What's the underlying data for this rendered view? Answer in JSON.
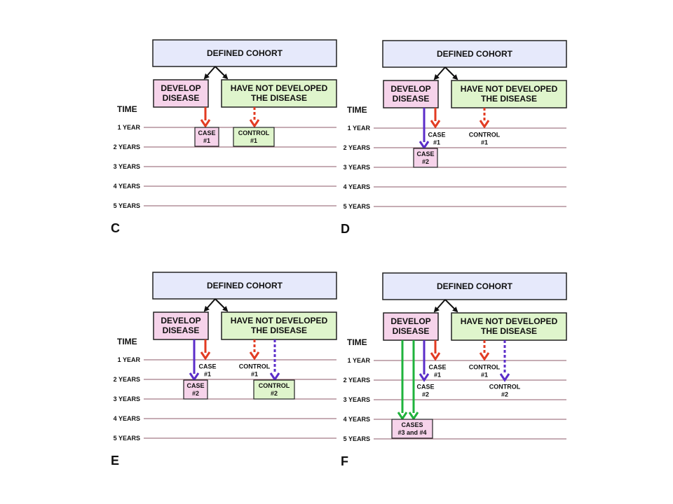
{
  "colors": {
    "cohort_fill": "#e6e9fb",
    "develop_fill": "#f6d3ea",
    "not_developed_fill": "#dff5cc",
    "case_fill": "#f6d3ea",
    "control_fill": "#dff5cc",
    "red_arrow": "#e23b22",
    "blue_arrow": "#5b2dc9",
    "green_arrow": "#1fb33c",
    "line_color": "#8c5a6a",
    "box_stroke": "#222222"
  },
  "panels": [
    {
      "letter": "C",
      "cohort": "DEFINED COHORT",
      "develop": [
        "DEVELOP",
        "DISEASE"
      ],
      "not_developed": [
        "HAVE NOT DEVELOPED",
        "THE DISEASE"
      ],
      "time_label": "TIME",
      "time_ticks": [
        "1 YEAR",
        "2 YEARS",
        "3 YEARS",
        "4 YEARS",
        "5 YEARS"
      ],
      "boxed_labels": [
        {
          "kind": "case",
          "lines": [
            "CASE",
            "#1"
          ]
        },
        {
          "kind": "control",
          "lines": [
            "CONTROL",
            "#1"
          ]
        }
      ],
      "plain_labels": []
    },
    {
      "letter": "D",
      "cohort": "DEFINED COHORT",
      "develop": [
        "DEVELOP",
        "DISEASE"
      ],
      "not_developed": [
        "HAVE NOT DEVELOPED",
        "THE DISEASE"
      ],
      "time_label": "TIME",
      "time_ticks": [
        "1 YEAR",
        "2 YEARS",
        "3 YEARS",
        "4 YEARS",
        "5 YEARS"
      ],
      "boxed_labels": [
        {
          "kind": "case",
          "lines": [
            "CASE",
            "#2"
          ]
        }
      ],
      "plain_labels": [
        {
          "lines": [
            "CASE",
            "#1"
          ]
        },
        {
          "lines": [
            "CONTROL",
            "#1"
          ]
        }
      ]
    },
    {
      "letter": "E",
      "cohort": "DEFINED COHORT",
      "develop": [
        "DEVELOP",
        "DISEASE"
      ],
      "not_developed": [
        "HAVE NOT DEVELOPED",
        "THE DISEASE"
      ],
      "time_label": "TIME",
      "time_ticks": [
        "1 YEAR",
        "2 YEARS",
        "3 YEARS",
        "4 YEARS",
        "5 YEARS"
      ],
      "boxed_labels": [
        {
          "kind": "case",
          "lines": [
            "CASE",
            "#2"
          ]
        },
        {
          "kind": "control",
          "lines": [
            "CONTROL",
            "#2"
          ]
        }
      ],
      "plain_labels": [
        {
          "lines": [
            "CASE",
            "#1"
          ]
        },
        {
          "lines": [
            "CONTROL",
            "#1"
          ]
        }
      ]
    },
    {
      "letter": "F",
      "cohort": "DEFINED COHORT",
      "develop": [
        "DEVELOP",
        "DISEASE"
      ],
      "not_developed": [
        "HAVE NOT DEVELOPED",
        "THE DISEASE"
      ],
      "time_label": "TIME",
      "time_ticks": [
        "1 YEAR",
        "2 YEARS",
        "3 YEARS",
        "4 YEARS",
        "5 YEARS"
      ],
      "boxed_labels": [
        {
          "kind": "case",
          "lines": [
            "CASES",
            "#3 and #4"
          ]
        }
      ],
      "plain_labels": [
        {
          "lines": [
            "CASE",
            "#1"
          ]
        },
        {
          "lines": [
            "CONTROL",
            "#1"
          ]
        },
        {
          "lines": [
            "CASE",
            "#2"
          ]
        },
        {
          "lines": [
            "CONTROL",
            "#2"
          ]
        }
      ]
    }
  ]
}
